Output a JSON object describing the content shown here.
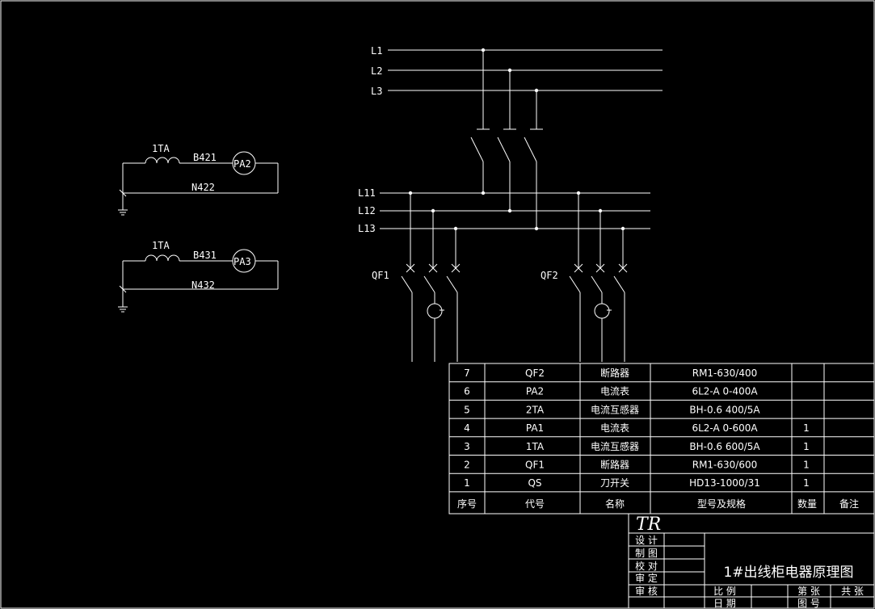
{
  "bus_main": [
    "L1",
    "L2",
    "L3"
  ],
  "bus_sub": [
    "L11",
    "L12",
    "L13"
  ],
  "breakers": [
    "QF1",
    "QF2"
  ],
  "meter_circuits": [
    {
      "ct": "1TA",
      "wire_a": "B421",
      "meter": "PA2",
      "wire_n": "N422"
    },
    {
      "ct": "1TA",
      "wire_a": "B431",
      "meter": "PA3",
      "wire_n": "N432"
    }
  ],
  "bom_header": {
    "no": "序号",
    "code": "代号",
    "name": "名称",
    "model": "型号及规格",
    "qty": "数量",
    "note": "备注"
  },
  "bom_rows": [
    {
      "no": "7",
      "code": "QF2",
      "name": "断路器",
      "model": "RM1-630/400",
      "qty": ""
    },
    {
      "no": "6",
      "code": "PA2",
      "name": "电流表",
      "model": "6L2-A  0-400A",
      "qty": ""
    },
    {
      "no": "5",
      "code": "2TA",
      "name": "电流互感器",
      "model": "BH-0.6  400/5A",
      "qty": ""
    },
    {
      "no": "4",
      "code": "PA1",
      "name": "电流表",
      "model": "6L2-A  0-600A",
      "qty": "1"
    },
    {
      "no": "3",
      "code": "1TA",
      "name": "电流互感器",
      "model": "BH-0.6   600/5A",
      "qty": "1"
    },
    {
      "no": "2",
      "code": "QF1",
      "name": "断路器",
      "model": "RM1-630/600",
      "qty": "1"
    },
    {
      "no": "1",
      "code": "QS",
      "name": "刀开关",
      "model": "HD13-1000/31",
      "qty": "1"
    }
  ],
  "title_block": {
    "logo": "TR",
    "roles": [
      "设 计",
      "制 图",
      "校 对",
      "审 定",
      "审 核"
    ],
    "title": "1#出线柜电器原理图",
    "scale": "比 例",
    "date": "日 期",
    "sheet": "第  张",
    "total": "共  张",
    "drawing_no": "图 号"
  }
}
